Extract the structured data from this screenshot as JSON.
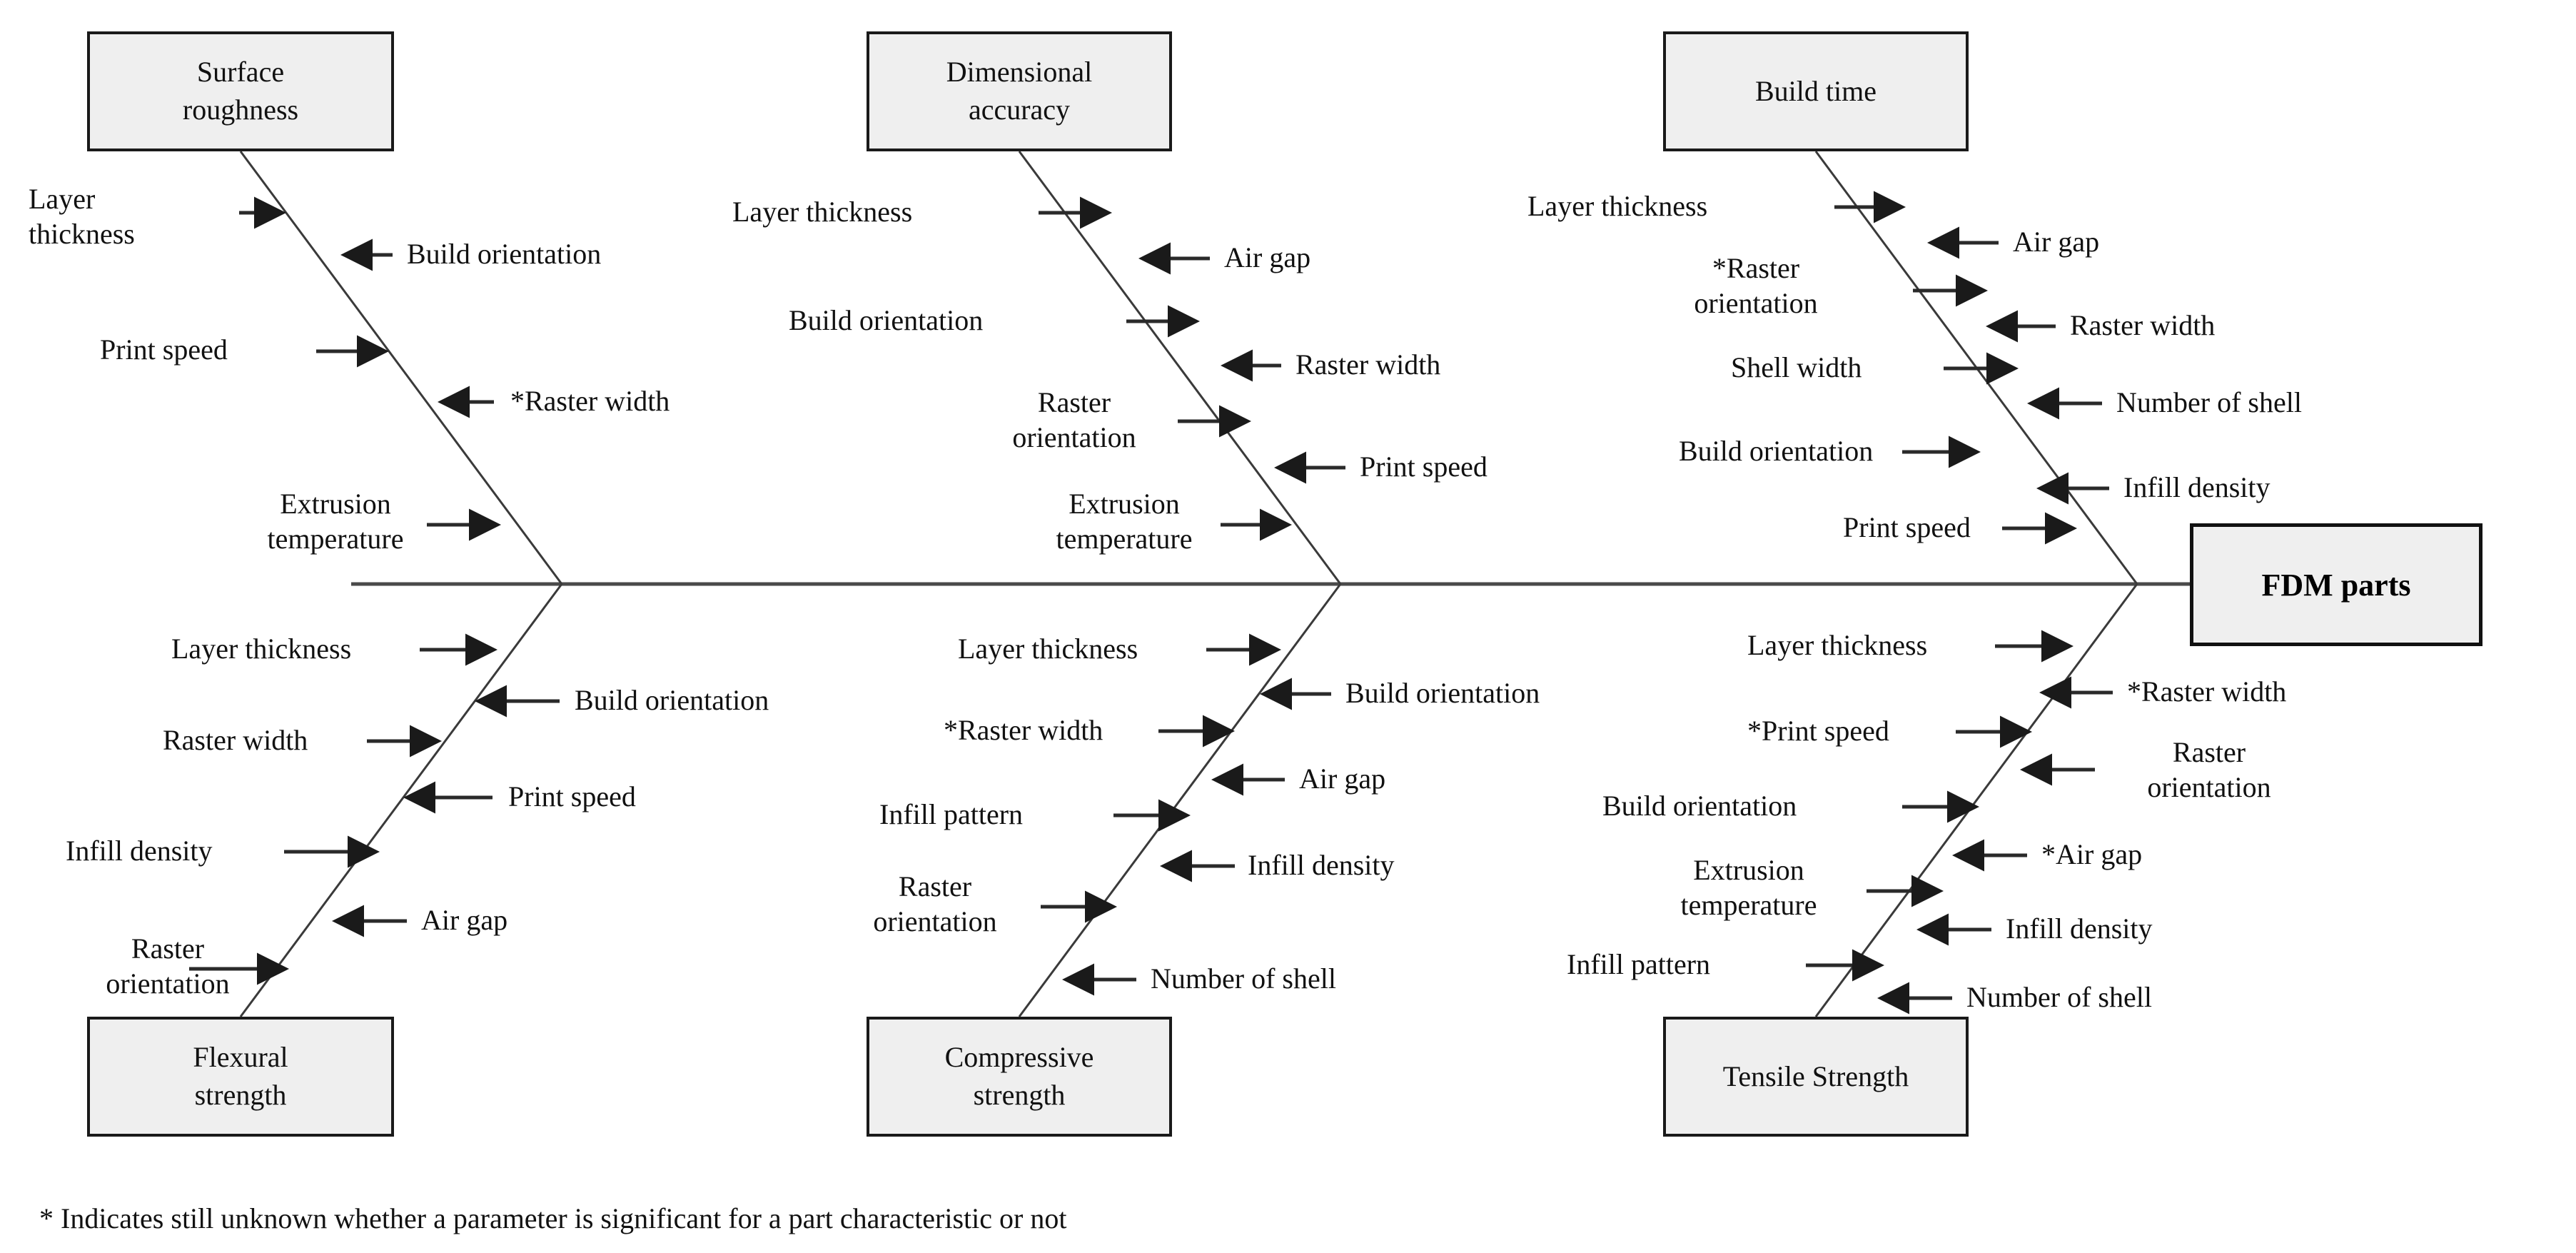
{
  "diagram": {
    "type": "fishbone-ishikawa",
    "head": {
      "label": "FDM parts"
    },
    "footnote": "* Indicates still unknown whether a parameter is significant for a part characteristic  or not",
    "colors": {
      "box_fill": "#efefef",
      "box_border": "#1a1a1a",
      "line": "#3a3a3a",
      "text": "#111111"
    },
    "categories": [
      {
        "id": "surface-roughness",
        "label": "Surface\nroughness",
        "label_line1": "Surface",
        "label_line2": "roughness",
        "position": "upper",
        "causes": [
          {
            "text": "Layer thickness",
            "line1": "Layer",
            "line2": "thickness",
            "side": "left",
            "starred": false
          },
          {
            "text": "Build orientation",
            "side": "right",
            "starred": false
          },
          {
            "text": "Print speed",
            "side": "left",
            "starred": false
          },
          {
            "text": "*Raster width",
            "side": "right",
            "starred": true
          },
          {
            "text": "Extrusion temperature",
            "line1": "Extrusion",
            "line2": "temperature",
            "side": "left",
            "starred": false
          }
        ]
      },
      {
        "id": "flexural-strength",
        "label": "Flexural\nstrength",
        "label_line1": "Flexural",
        "label_line2": "strength",
        "position": "lower",
        "causes": [
          {
            "text": "Layer thickness",
            "side": "left",
            "starred": false
          },
          {
            "text": "Build orientation",
            "side": "right",
            "starred": false
          },
          {
            "text": "Raster width",
            "side": "left",
            "starred": false
          },
          {
            "text": "Print speed",
            "side": "right",
            "starred": false
          },
          {
            "text": "Infill density",
            "side": "left",
            "starred": false
          },
          {
            "text": "Air gap",
            "side": "right",
            "starred": false
          },
          {
            "text": "Raster orientation",
            "line1": "Raster",
            "line2": "orientation",
            "side": "left",
            "starred": false
          }
        ]
      },
      {
        "id": "dimensional-accuracy",
        "label": "Dimensional\naccuracy",
        "label_line1": "Dimensional",
        "label_line2": "accuracy",
        "position": "upper",
        "causes": [
          {
            "text": "Layer thickness",
            "side": "left",
            "starred": false
          },
          {
            "text": "Air gap",
            "side": "right",
            "starred": false
          },
          {
            "text": "Build orientation",
            "side": "left",
            "starred": false
          },
          {
            "text": "Raster width",
            "side": "right",
            "starred": false
          },
          {
            "text": "Raster orientation",
            "line1": "Raster",
            "line2": "orientation",
            "side": "left",
            "starred": false
          },
          {
            "text": "Print speed",
            "side": "right",
            "starred": false
          },
          {
            "text": "Extrusion temperature",
            "line1": "Extrusion",
            "line2": "temperature",
            "side": "left",
            "starred": false
          }
        ]
      },
      {
        "id": "compressive-strength",
        "label": "Compressive\nstrength",
        "label_line1": "Compressive",
        "label_line2": "strength",
        "position": "lower",
        "causes": [
          {
            "text": "Layer thickness",
            "side": "left",
            "starred": false
          },
          {
            "text": "Build orientation",
            "side": "right",
            "starred": false
          },
          {
            "text": "*Raster width",
            "side": "left",
            "starred": true
          },
          {
            "text": "Air gap",
            "side": "right",
            "starred": false
          },
          {
            "text": "Infill pattern",
            "side": "left",
            "starred": false
          },
          {
            "text": "Infill density",
            "side": "right",
            "starred": false
          },
          {
            "text": "Raster orientation",
            "line1": "Raster",
            "line2": "orientation",
            "side": "left",
            "starred": false
          },
          {
            "text": "Number of shell",
            "side": "right",
            "starred": false
          }
        ]
      },
      {
        "id": "build-time",
        "label": "Build time",
        "label_line1": "Build time",
        "label_line2": "",
        "position": "upper",
        "causes": [
          {
            "text": "Layer thickness",
            "side": "left",
            "starred": false
          },
          {
            "text": "Air gap",
            "side": "right",
            "starred": false
          },
          {
            "text": "*Raster orientation",
            "line1": "*Raster",
            "line2": "orientation",
            "side": "left",
            "starred": true
          },
          {
            "text": "Raster width",
            "side": "right",
            "starred": false
          },
          {
            "text": "Shell width",
            "side": "left",
            "starred": false
          },
          {
            "text": "Number of shell",
            "side": "right",
            "starred": false
          },
          {
            "text": "Build orientation",
            "side": "left",
            "starred": false
          },
          {
            "text": "Infill density",
            "side": "right",
            "starred": false
          },
          {
            "text": "Print speed",
            "side": "left",
            "starred": false
          }
        ]
      },
      {
        "id": "tensile-strength",
        "label": "Tensile Strength",
        "label_line1": "Tensile Strength",
        "label_line2": "",
        "position": "lower",
        "causes": [
          {
            "text": "Layer thickness",
            "side": "left",
            "starred": false
          },
          {
            "text": "*Raster width",
            "side": "right",
            "starred": true
          },
          {
            "text": "*Print speed",
            "side": "left",
            "starred": true
          },
          {
            "text": "Raster orientation",
            "line1": "Raster",
            "line2": "orientation",
            "side": "right",
            "starred": false
          },
          {
            "text": "Build orientation",
            "side": "left",
            "starred": false
          },
          {
            "text": "*Air gap",
            "side": "right",
            "starred": true
          },
          {
            "text": "Extrusion temperature",
            "line1": "Extrusion",
            "line2": "temperature",
            "side": "left",
            "starred": false
          },
          {
            "text": "Infill density",
            "side": "right",
            "starred": false
          },
          {
            "text": "Infill pattern",
            "side": "left",
            "starred": false
          },
          {
            "text": "Number of shell",
            "side": "right",
            "starred": false
          }
        ]
      }
    ]
  },
  "boxes": {
    "surface_roughness": {
      "line1": "Surface",
      "line2": "roughness"
    },
    "dimensional_accuracy": {
      "line1": "Dimensional",
      "line2": "accuracy"
    },
    "build_time": {
      "line1": "Build time"
    },
    "flexural_strength": {
      "line1": "Flexural",
      "line2": "strength"
    },
    "compressive_strength": {
      "line1": "Compressive",
      "line2": "strength"
    },
    "tensile_strength": {
      "line1": "Tensile Strength"
    },
    "fdm_parts": {
      "line1": "FDM parts"
    }
  },
  "labels": {
    "sr_layer_thickness_1": "Layer",
    "sr_layer_thickness_2": "thickness",
    "sr_build_orientation": "Build orientation",
    "sr_print_speed": "Print speed",
    "sr_raster_width": "*Raster width",
    "sr_extrusion_1": "Extrusion",
    "sr_extrusion_2": "temperature",
    "fs_layer_thickness": "Layer thickness",
    "fs_build_orientation": "Build orientation",
    "fs_raster_width": "Raster width",
    "fs_print_speed": "Print speed",
    "fs_infill_density": "Infill  density",
    "fs_air_gap": "Air gap",
    "fs_raster_orientation_1": "Raster",
    "fs_raster_orientation_2": "orientation",
    "da_layer_thickness": "Layer thickness",
    "da_air_gap": "Air gap",
    "da_build_orientation": "Build orientation",
    "da_raster_width": "Raster width",
    "da_raster_orientation_1": "Raster",
    "da_raster_orientation_2": "orientation",
    "da_print_speed": "Print speed",
    "da_extrusion_1": "Extrusion",
    "da_extrusion_2": "temperature",
    "cs_layer_thickness": "Layer thickness",
    "cs_build_orientation": "Build orientation",
    "cs_raster_width": "*Raster width",
    "cs_air_gap": "Air gap",
    "cs_infill_pattern": "Infill pattern",
    "cs_infill_density": "Infill  density",
    "cs_raster_orientation_1": "Raster",
    "cs_raster_orientation_2": "orientation",
    "cs_number_of_shell": "Number of shell",
    "bt_layer_thickness": "Layer thickness",
    "bt_air_gap": "Air gap",
    "bt_raster_orientation_1": "*Raster",
    "bt_raster_orientation_2": "orientation",
    "bt_raster_width": "Raster width",
    "bt_shell_width": "Shell width",
    "bt_number_of_shell": "Number of shell",
    "bt_build_orientation": "Build orientation",
    "bt_infill_density": "Infill density",
    "bt_print_speed": "Print speed",
    "ts_layer_thickness": "Layer thickness",
    "ts_raster_width": "*Raster width",
    "ts_print_speed": "*Print speed",
    "ts_raster_orientation_1": "Raster",
    "ts_raster_orientation_2": "orientation",
    "ts_build_orientation": "Build orientation",
    "ts_air_gap": "*Air gap",
    "ts_extrusion_1": "Extrusion",
    "ts_extrusion_2": "temperature",
    "ts_infill_density": "Infill density",
    "ts_infill_pattern": "Infill pattern",
    "ts_number_of_shell": "Number of shell",
    "footnote": "* Indicates still unknown whether a parameter is significant  for a part characteristic  or not"
  }
}
